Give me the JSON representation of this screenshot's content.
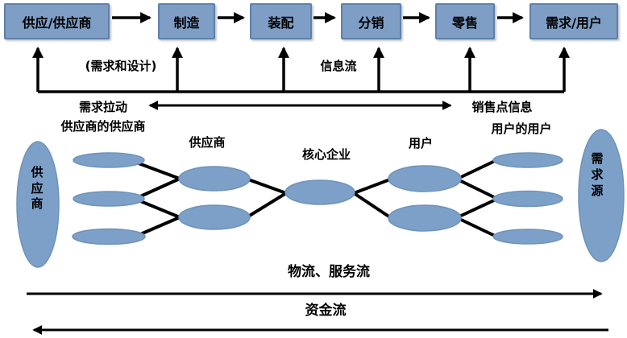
{
  "flow": {
    "boxes": [
      {
        "label": "供应/供应商"
      },
      {
        "label": "制造"
      },
      {
        "label": "装配"
      },
      {
        "label": "分销"
      },
      {
        "label": "零售"
      },
      {
        "label": "需求/用户"
      }
    ],
    "annotations": {
      "demand_design": "(需求和设计)",
      "info_flow": "信息流",
      "demand_pull": "需求拉动",
      "pos_info": "销售点信息"
    }
  },
  "network": {
    "left_source": "供应商",
    "right_source": "需求源",
    "labels": {
      "suppliers_supplier": "供应商的供应商",
      "supplier": "供应商",
      "core": "核心企业",
      "user": "用户",
      "users_user": "用户的用户"
    }
  },
  "bottom": {
    "logistics": "物流、服务流",
    "capital": "资金流"
  },
  "colors": {
    "node_fill": "#7DA0C9",
    "node_border": "#6E93B8",
    "box_fill": "#7E9EC6",
    "box_border": "#5D81A9",
    "line": "#000000",
    "text": "#000000"
  }
}
